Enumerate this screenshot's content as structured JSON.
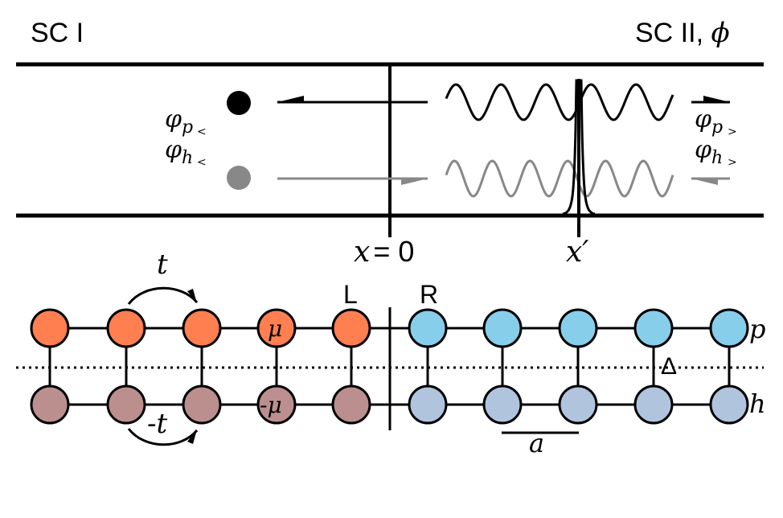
{
  "top_panel": {
    "left_label": "SC I",
    "right_label": "SC II, ",
    "right_label_phase": "ϕ",
    "interface_label_x": "x",
    "interface_label_eq": "= 0",
    "source_label": "x′",
    "left_out_particle": {
      "symbol": "φ",
      "sub": "p",
      "subsub": "<"
    },
    "left_out_hole": {
      "symbol": "φ",
      "sub": "h",
      "subsub": "<"
    },
    "right_out_particle": {
      "symbol": "φ",
      "sub": "p",
      "subsub": ">"
    },
    "right_out_hole": {
      "symbol": "φ",
      "sub": "h",
      "subsub": ">"
    }
  },
  "bottom_panel": {
    "hopping_label": "t",
    "neg_hopping_label": "-t",
    "mu_label": "μ",
    "neg_mu_label": "-μ",
    "left_site_label": "L",
    "right_site_label": "R",
    "pairing_label": "Δ",
    "lattice_const_label": "a",
    "particle_row_label": "p",
    "hole_row_label": "h"
  },
  "colors": {
    "left_particle_site": "#ff7f50",
    "left_hole_site": "#bc8f8f",
    "right_particle_site": "#87ceeb",
    "right_hole_site": "#b0c4de",
    "hole_wave": "#888888",
    "line": "#000000"
  }
}
